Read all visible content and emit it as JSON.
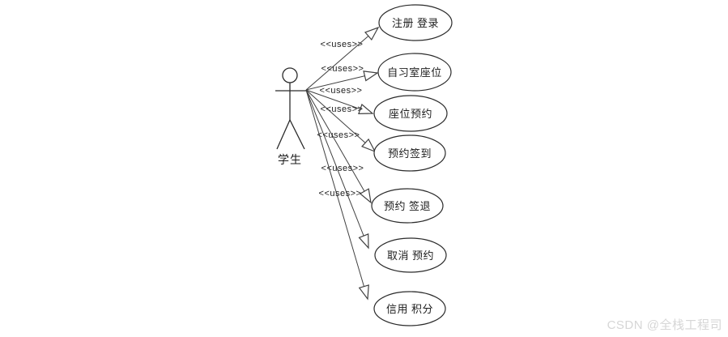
{
  "diagram": {
    "title_hint": "student use-case diagram",
    "actor": {
      "name": "学生"
    },
    "use_cases": [
      {
        "id": "register-login",
        "label": "注册 登录"
      },
      {
        "id": "study-room-seat",
        "label": "自习室座位"
      },
      {
        "id": "seat-reservation",
        "label": "座位预约"
      },
      {
        "id": "reservation-check-in",
        "label": "预约签到"
      },
      {
        "id": "reservation-check-out",
        "label": "预约 签退"
      },
      {
        "id": "cancel-reservation",
        "label": "取消 预约"
      },
      {
        "id": "credit-points",
        "label": "信用 积分"
      }
    ],
    "connections": [
      {
        "from": "学生",
        "to": "注册 登录",
        "label": "<<uses>>"
      },
      {
        "from": "学生",
        "to": "自习室座位",
        "label": "<<uses>>"
      },
      {
        "from": "学生",
        "to": "座位预约",
        "label": "<<uses>>"
      },
      {
        "from": "学生",
        "to": "预约签到",
        "label": "<<uses>>"
      },
      {
        "from": "学生",
        "to": "预约 签退",
        "label": "<<uses>>"
      },
      {
        "from": "学生",
        "to": "取消 预约",
        "label": "<<uses>>"
      },
      {
        "from": "学生",
        "to": "信用 积分",
        "label": "<<uses>>"
      }
    ],
    "colors": {
      "line": "#404040",
      "shape_stroke": "#2b2b2b",
      "shape_fill": "#ffffff",
      "text": "#1c1c1c",
      "watermark": "#d6d6d6"
    }
  },
  "watermark": "CSDN @全栈工程司"
}
